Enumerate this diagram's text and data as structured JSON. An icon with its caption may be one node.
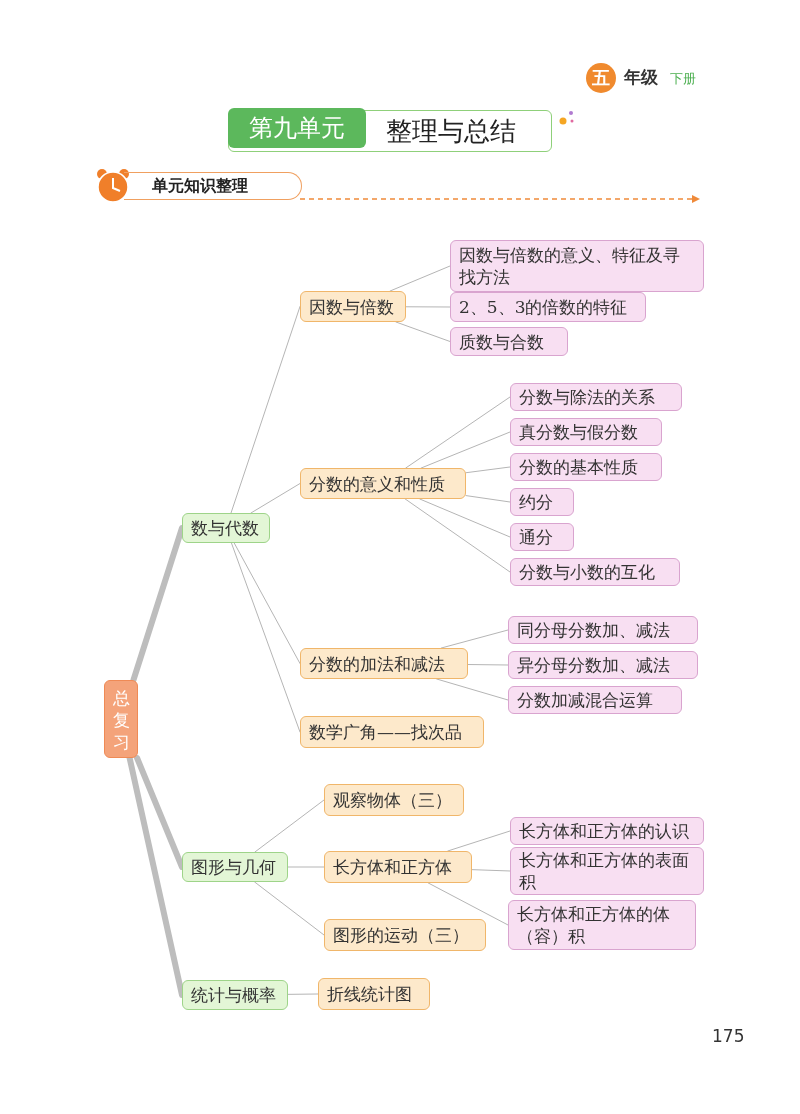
{
  "diagram": {
    "title": "整理与总结",
    "nodes": [
      {
        "text": [
          "总复习"
        ]
      },
      {
        "text": [
          "数与代数"
        ]
      },
      {
        "text": [
          "因数与倍数"
        ]
      },
      {
        "text": [
          "因数与倍数的意义、特征及寻找方法"
        ]
      },
      {
        "text": [
          "2、5、3的倍数的特征"
        ]
      },
      {
        "text": [
          "质数与合数"
        ]
      },
      {
        "text": [
          "分数的意义和性质"
        ]
      },
      {
        "text": [
          "分数与除法的关系"
        ]
      },
      {
        "text": [
          "真分数与假分数"
        ]
      },
      {
        "text": [
          "分数的基本性质"
        ]
      },
      {
        "text": [
          "约分"
        ]
      },
      {
        "text": [
          "通分"
        ]
      },
      {
        "text": [
          "分数与小数的互化"
        ]
      },
      {
        "text": [
          "分数的加法和减法"
        ]
      },
      {
        "text": [
          "同分母分数加、减法"
        ]
      },
      {
        "text": [
          "异分母分数加、减法"
        ]
      },
      {
        "text": [
          "分数加减混合运算"
        ]
      },
      {
        "text": [
          "数学广角——找次品"
        ]
      },
      {
        "text": [
          "图形与几何"
        ]
      },
      {
        "text": [
          "观察物体（三）"
        ]
      },
      {
        "text": [
          "长方体和正方体"
        ]
      },
      {
        "text": [
          "长方体和正方体的认识"
        ]
      },
      {
        "text": [
          "长方体和正方体的表面积"
        ]
      },
      {
        "text": [
          "长方体和正方体的体（容）积"
        ]
      },
      {
        "text": [
          "图形的运动（三）"
        ]
      },
      {
        "text": [
          "统计与概率"
        ]
      },
      {
        "text": [
          "折线统计图"
        ]
      }
    ],
    "edges": [
      {
        "from": 0,
        "to": 1,
        "arrow": "none",
        "style": "thick",
        "color": "#bdbdbd"
      },
      {
        "from": 0,
        "to": 18,
        "arrow": "none",
        "style": "thick",
        "color": "#bdbdbd"
      },
      {
        "from": 0,
        "to": 25,
        "arrow": "none",
        "style": "thick",
        "color": "#bdbdbd"
      },
      {
        "from": 1,
        "to": 2,
        "arrow": "none"
      },
      {
        "from": 1,
        "to": 6,
        "arrow": "none"
      },
      {
        "from": 1,
        "to": 13,
        "arrow": "none"
      },
      {
        "from": 1,
        "to": 17,
        "arrow": "none"
      },
      {
        "from": 2,
        "to": 3,
        "arrow": "none"
      },
      {
        "from": 2,
        "to": 4,
        "arrow": "none"
      },
      {
        "from": 2,
        "to": 5,
        "arrow": "none"
      },
      {
        "from": 6,
        "to": 7,
        "arrow": "none"
      },
      {
        "from": 6,
        "to": 8,
        "arrow": "none"
      },
      {
        "from": 6,
        "to": 9,
        "arrow": "none"
      },
      {
        "from": 6,
        "to": 10,
        "arrow": "none"
      },
      {
        "from": 6,
        "to": 11,
        "arrow": "none"
      },
      {
        "from": 6,
        "to": 12,
        "arrow": "none"
      },
      {
        "from": 13,
        "to": 14,
        "arrow": "none"
      },
      {
        "from": 13,
        "to": 15,
        "arrow": "none"
      },
      {
        "from": 13,
        "to": 16,
        "arrow": "none"
      },
      {
        "from": 18,
        "to": 19,
        "arrow": "none"
      },
      {
        "from": 18,
        "to": 20,
        "arrow": "none"
      },
      {
        "from": 18,
        "to": 24,
        "arrow": "none"
      },
      {
        "from": 20,
        "to": 21,
        "arrow": "none"
      },
      {
        "from": 20,
        "to": 22,
        "arrow": "none"
      },
      {
        "from": 20,
        "to": 23,
        "arrow": "none"
      },
      {
        "from": 25,
        "to": 26,
        "arrow": "none"
      }
    ],
    "labels": [
      "五",
      "年级",
      "下册",
      "第九单元",
      "单元知识整理",
      "175"
    ]
  }
}
